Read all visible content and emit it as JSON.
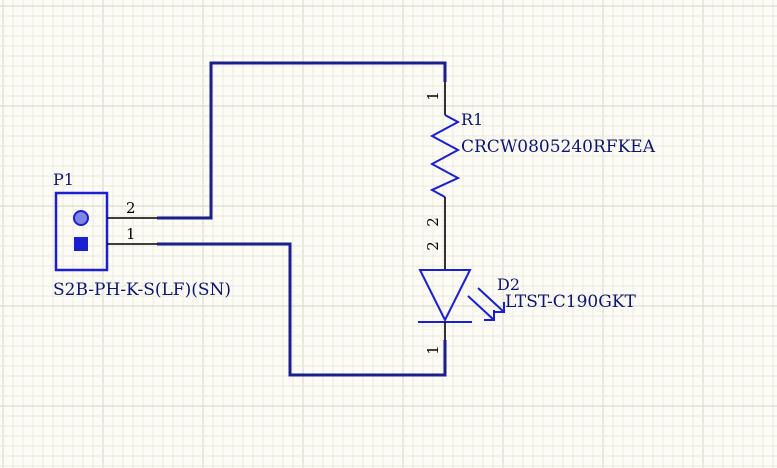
{
  "components": {
    "connector": {
      "designator": "P1",
      "part": "S2B-PH-K-S(LF)(SN)",
      "pin_top": "2",
      "pin_bottom": "1"
    },
    "resistor": {
      "designator": "R1",
      "part": "CRCW0805240RFKEA",
      "pin_top": "1",
      "pin_bottom": "2"
    },
    "led": {
      "designator": "D2",
      "part": "LTST-C190GKT",
      "pin_top": "2",
      "pin_bottom": "1"
    }
  },
  "colors": {
    "background": "#fdfbf6",
    "grid_minor": "#ece8dc",
    "grid_major": "#d8d3c4",
    "wire": "#1a1f8c",
    "symbol": "#1a1fd0",
    "label": "#0b1670"
  }
}
